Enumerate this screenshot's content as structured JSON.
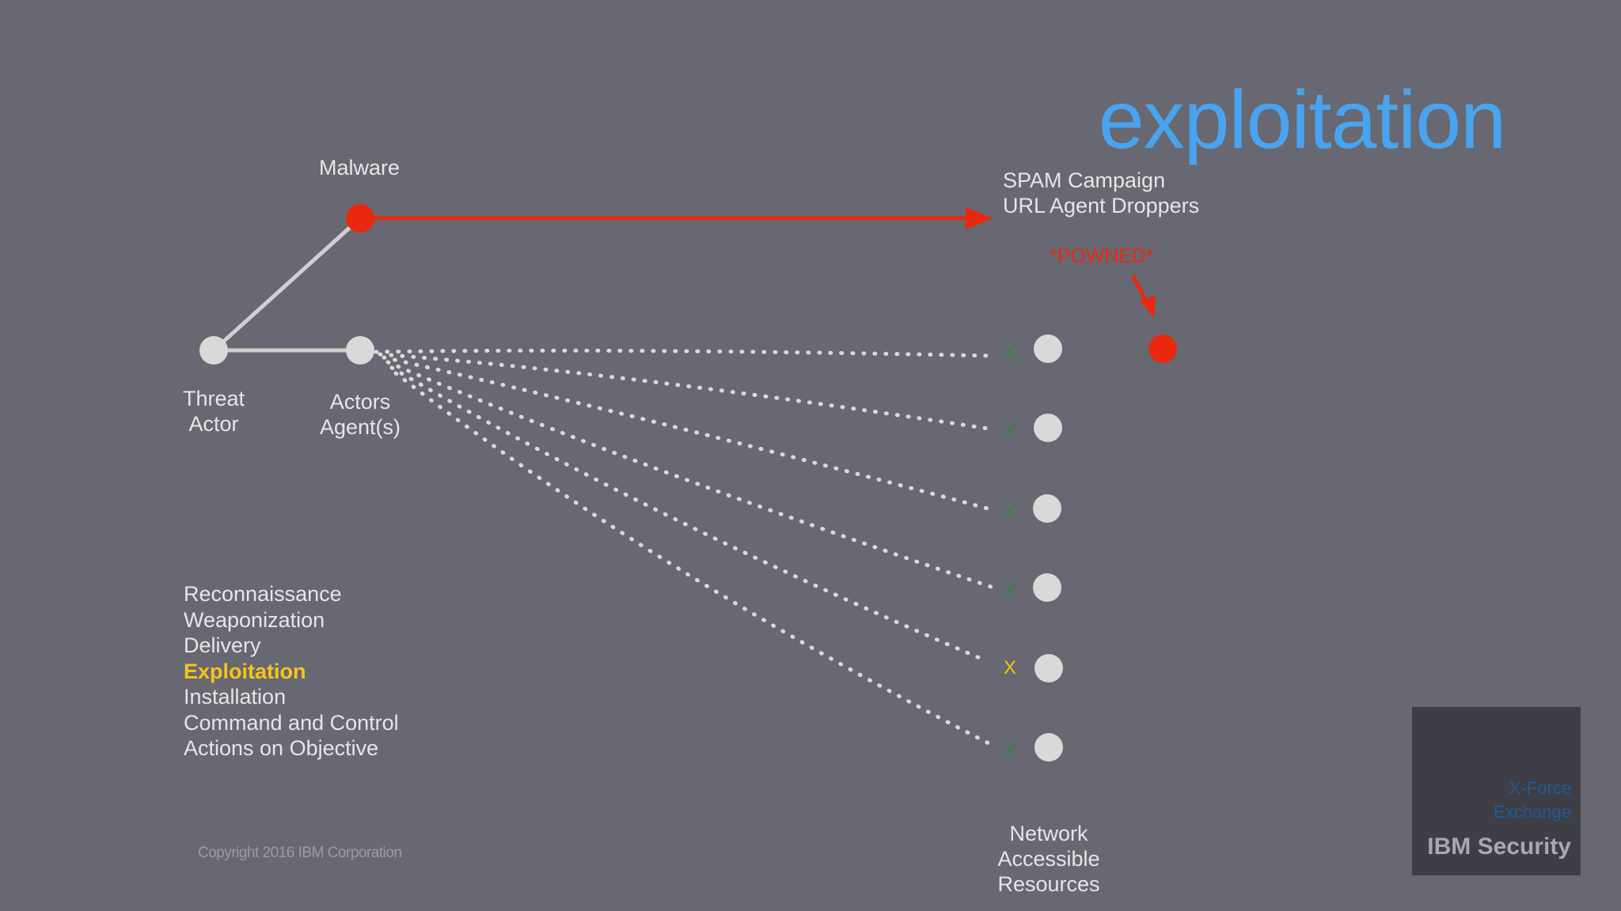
{
  "slide": {
    "title": "exploitation",
    "malware_label": "Malware",
    "spam_lines": [
      "SPAM Campaign",
      "URL Agent Droppers"
    ],
    "powned_label": "*POWNED*",
    "threat_actor_lines": [
      "Threat",
      "Actor"
    ],
    "actors_agents_lines": [
      "Actors",
      "Agent(s)"
    ],
    "network_lines": [
      "Network",
      "Accessible",
      "Resources"
    ],
    "phases": [
      "Reconnaissance",
      "Weaponization",
      "Delivery",
      "Exploitation",
      "Installation",
      "Command and Control",
      "Actions on Objective"
    ],
    "active_phase_index": 3,
    "copyright": "Copyright 2016 IBM Corporation",
    "logo": {
      "xforce_lines": [
        "X-Force",
        "Exchange"
      ],
      "brand": "IBM Security"
    }
  },
  "targets": [
    {
      "mark": "X",
      "status": "blocked"
    },
    {
      "mark": "X",
      "status": "blocked"
    },
    {
      "mark": "X",
      "status": "blocked"
    },
    {
      "mark": "X",
      "status": "blocked"
    },
    {
      "mark": "X",
      "status": "warning"
    },
    {
      "mark": "X",
      "status": "blocked"
    }
  ],
  "colors": {
    "background": "#676871",
    "node": "#d9d9d9",
    "malware": "#e8290f",
    "title": "#4aa3ee",
    "blocked": "#2a8a3e",
    "warning": "#f5c518",
    "active_phase": "#f5c518"
  }
}
